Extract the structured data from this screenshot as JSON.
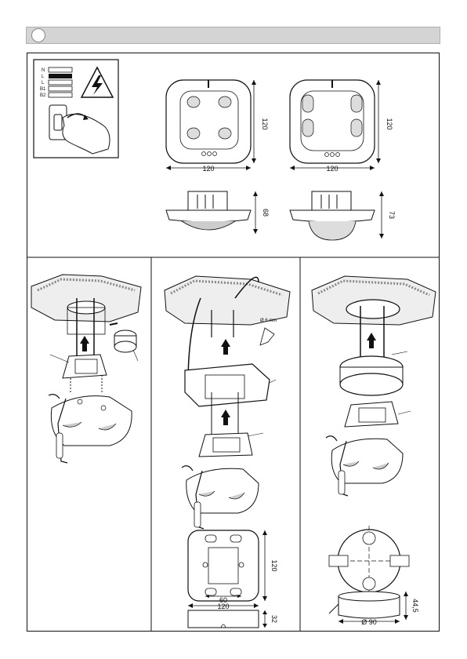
{
  "wiring_labels": [
    "N",
    "L",
    "L",
    "B1",
    "B2"
  ],
  "dimensions": {
    "top_left_height": "120",
    "top_left_width": "120",
    "top_right_height": "120",
    "top_right_width": "120",
    "side_left_height": "68",
    "side_right_height": "73",
    "surface_height": "120",
    "surface_inner": "60",
    "surface_width": "120",
    "surface_depth": "32",
    "hole_depth": "44,5",
    "hole_diameter": "Ø 90"
  },
  "drill_note": "Ø 6 mm"
}
